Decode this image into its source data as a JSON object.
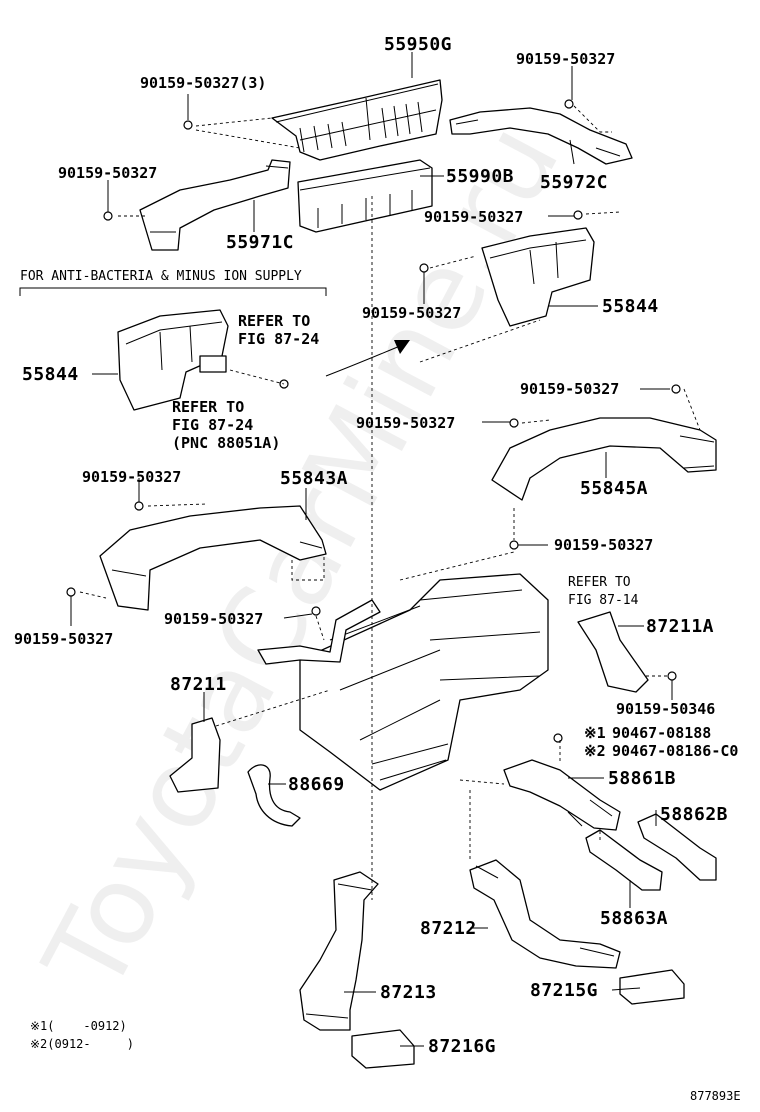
{
  "labels": {
    "p55950G": "55950G",
    "p90159_50327_3": "90159-50327(3)",
    "p90159_50327_top": "90159-50327",
    "p55972C": "55972C",
    "p90159_50327_left": "90159-50327",
    "p55990B": "55990B",
    "p55971C": "55971C",
    "p90159_50327_r1": "90159-50327",
    "p90159_50327_r2": "90159-50327",
    "p55844_right": "55844",
    "p55844_left": "55844",
    "p90159_50327_r3": "90159-50327",
    "p90159_50327_r4": "90159-50327",
    "p55845A": "55845A",
    "p90159_50327_l1": "90159-50327",
    "p55843A": "55843A",
    "p90159_50327_mid": "90159-50327",
    "p90159_50327_l2": "90159-50327",
    "p90159_50327_c": "90159-50327",
    "p87211A": "87211A",
    "p87211": "87211",
    "p90159_50346": "90159-50346",
    "p90467_08188": "90467-08188",
    "p90467_08186": "90467-08186-C0",
    "p58861B": "58861B",
    "p88669": "88669",
    "p58862B": "58862B",
    "p58863A": "58863A",
    "p87212": "87212",
    "p87213": "87213",
    "p87215G": "87215G",
    "p87216G": "87216G"
  },
  "notes": {
    "anti_bacteria": "FOR ANTI-BACTERIA & MINUS ION SUPPLY",
    "refer_87_24_a_line1": "REFER TO",
    "refer_87_24_a_line2": "FIG 87-24",
    "refer_87_24_b_line1": "REFER TO",
    "refer_87_24_b_line2": "FIG 87-24",
    "refer_87_24_b_line3": "(PNC 88051A)",
    "refer_87_14_line1": "REFER TO",
    "refer_87_14_line2": "FIG 87-14",
    "mark1": "※1",
    "mark2": "※2"
  },
  "footnotes": {
    "f1": "※1(    -0912)",
    "f2": "※2(0912-     )"
  },
  "figure_id": "877893E",
  "watermark": "ToyotaCarMine.ru"
}
